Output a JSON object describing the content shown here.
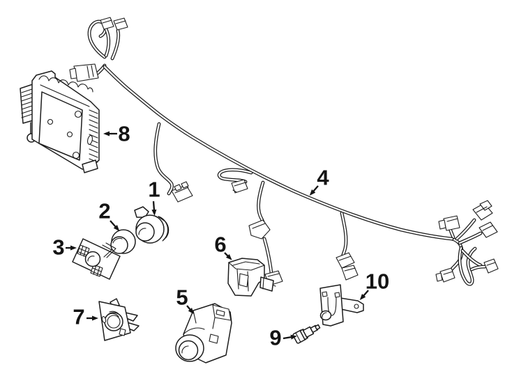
{
  "diagram": {
    "background_color": "#ffffff",
    "line_color": "#1c1c1c",
    "callouts": [
      {
        "label": "1"
      },
      {
        "label": "2"
      },
      {
        "label": "3"
      },
      {
        "label": "4"
      },
      {
        "label": "5"
      },
      {
        "label": "6"
      },
      {
        "label": "7"
      },
      {
        "label": "8"
      },
      {
        "label": "9"
      },
      {
        "label": "10"
      }
    ]
  }
}
